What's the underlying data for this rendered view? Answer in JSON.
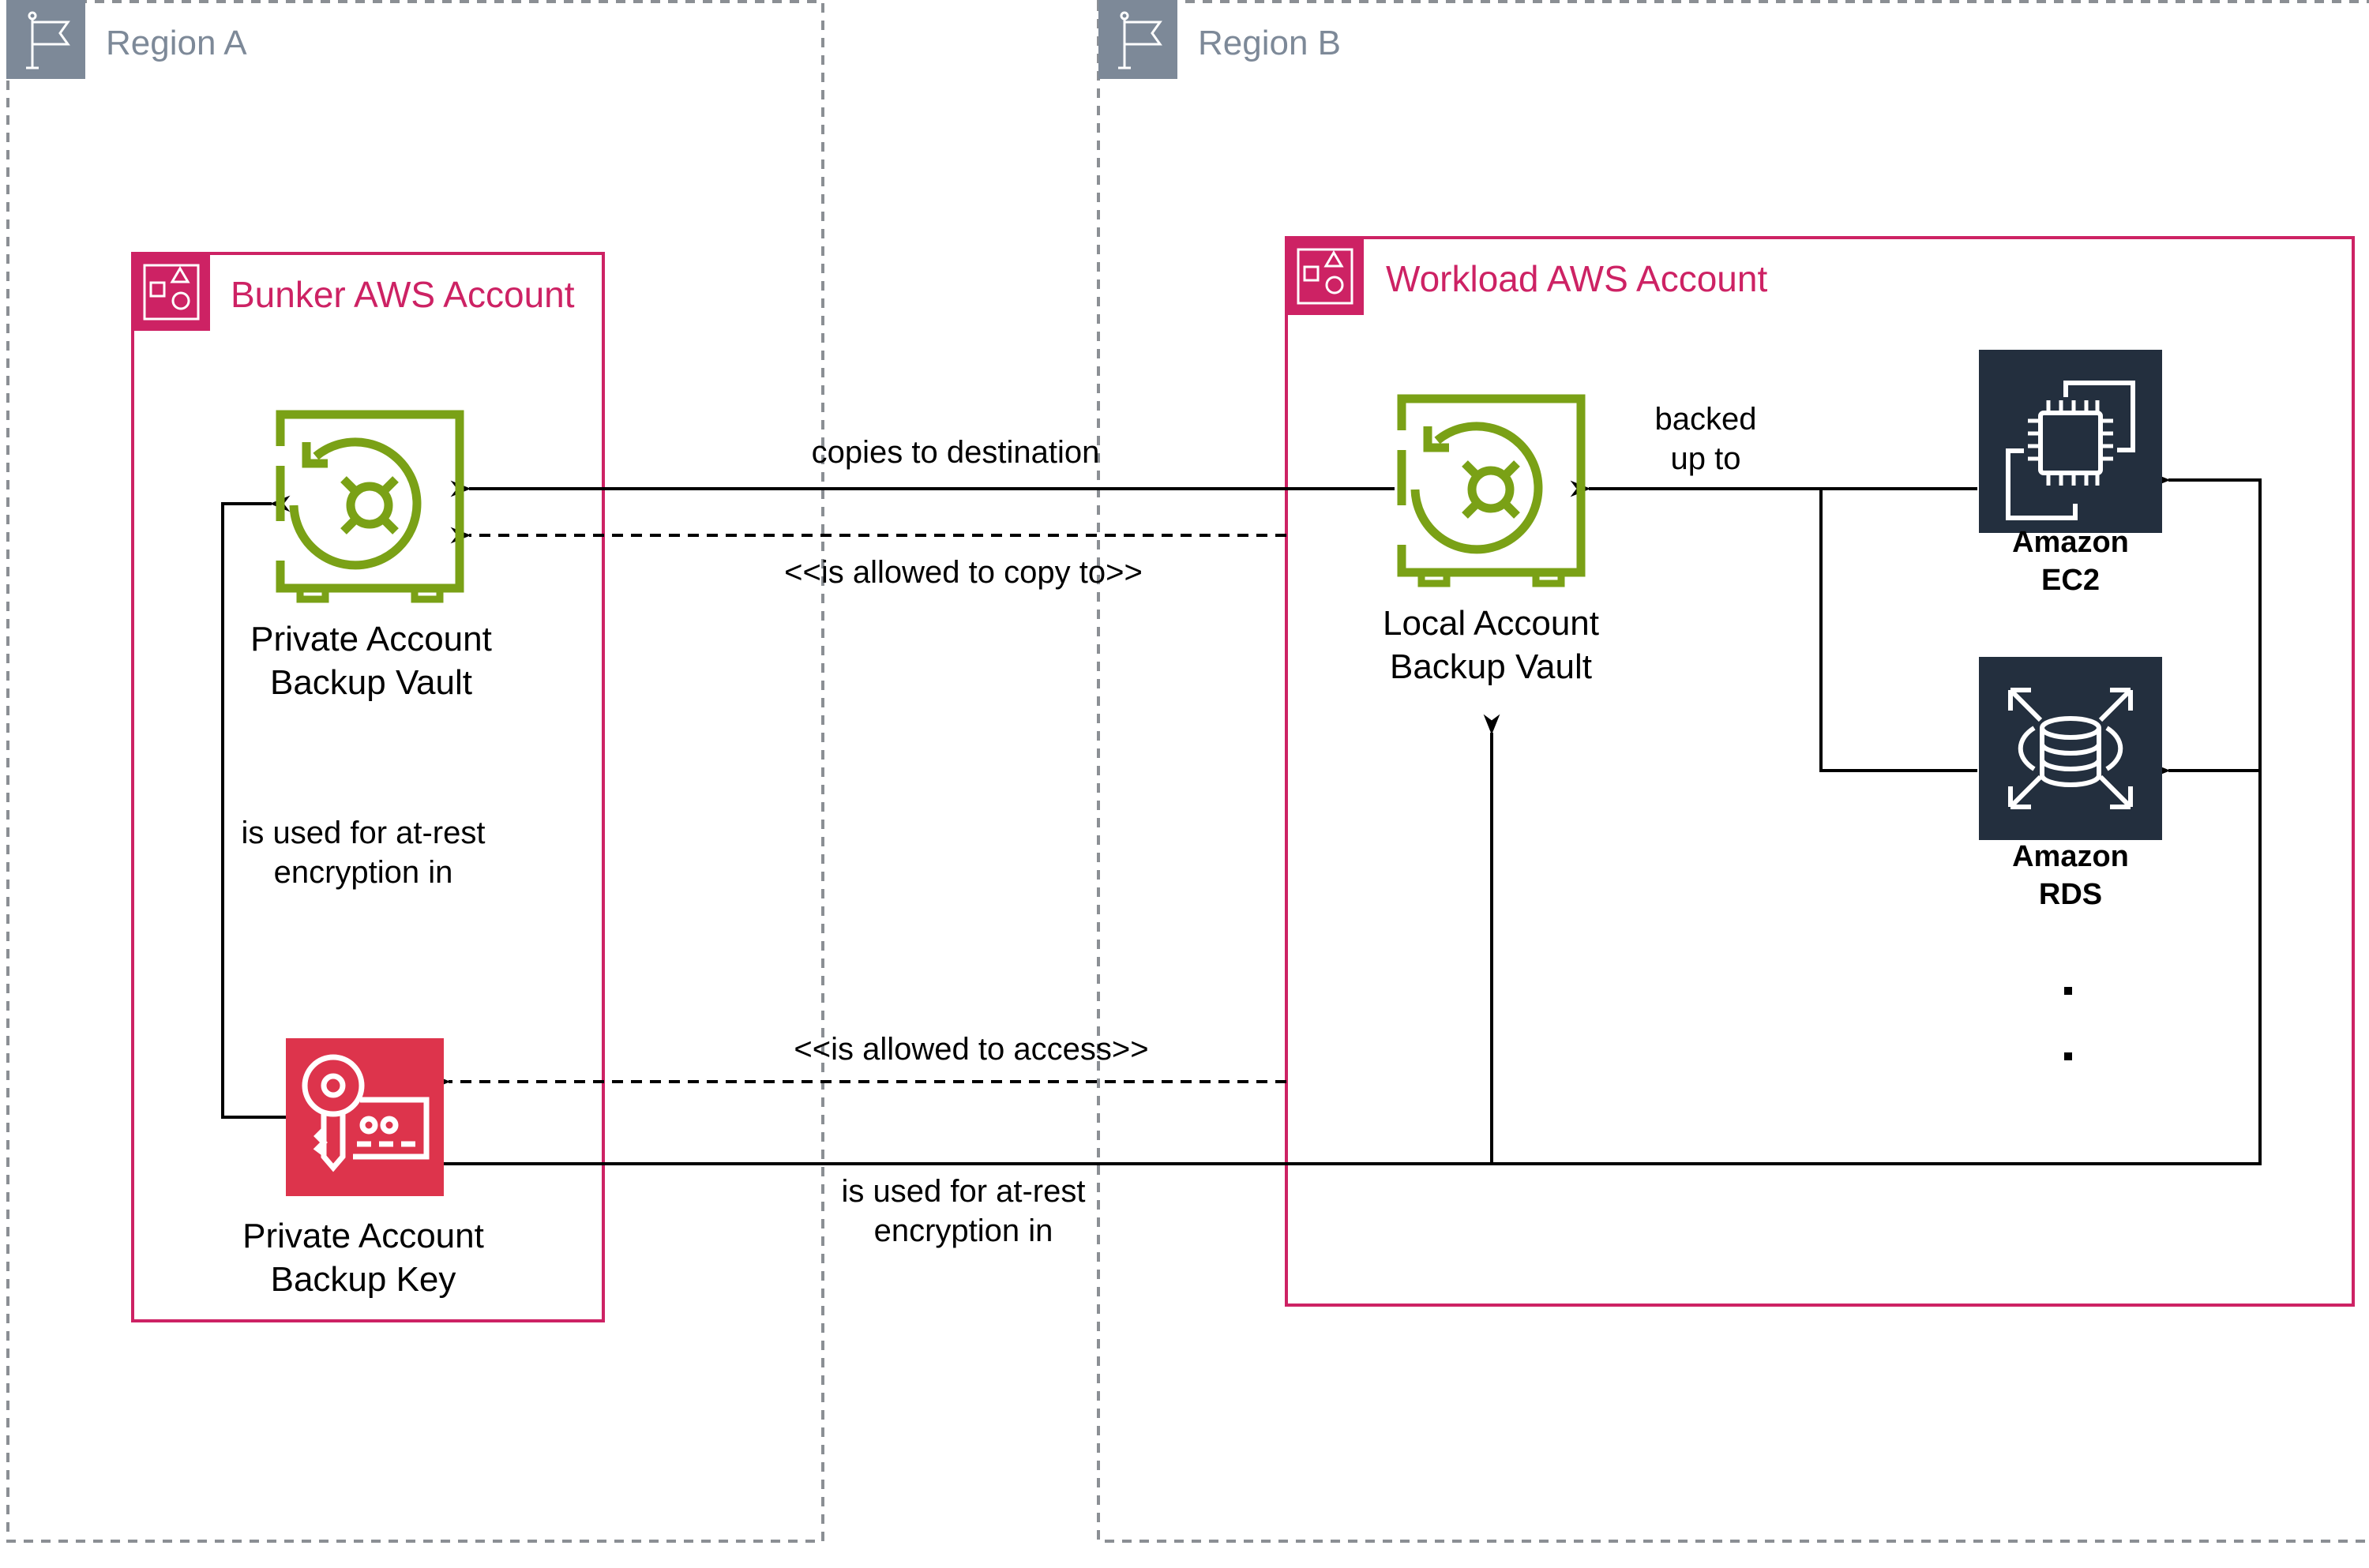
{
  "colors": {
    "region_border": "#8b8f94",
    "region_icon_bg": "#7d8998",
    "account_border": "#cd2264",
    "vault_green": "#7aa116",
    "kms_red": "#dd344c",
    "service_dark": "#232f3e",
    "edge": "#000000"
  },
  "regions": [
    {
      "id": "region-a",
      "label": "Region A",
      "icon": "flag-icon"
    },
    {
      "id": "region-b",
      "label": "Region B",
      "icon": "flag-icon"
    }
  ],
  "accounts": [
    {
      "id": "bunker",
      "label": "Bunker AWS Account",
      "icon": "account-shapes-icon"
    },
    {
      "id": "workload",
      "label": "Workload AWS Account",
      "icon": "account-shapes-icon"
    }
  ],
  "nodes": {
    "private_vault": {
      "label": "Private Account\nBackup Vault",
      "icon": "backup-vault-icon"
    },
    "private_key": {
      "label": "Private Account\nBackup Key",
      "icon": "kms-key-icon"
    },
    "local_vault": {
      "label": "Local Account\nBackup Vault",
      "icon": "backup-vault-icon"
    },
    "ec2": {
      "label": "Amazon\nEC2",
      "icon": "ec2-icon"
    },
    "rds": {
      "label": "Amazon\nRDS",
      "icon": "rds-icon"
    },
    "more": {
      "label": "·\n·"
    }
  },
  "edges": [
    {
      "id": "copies",
      "from": "local_vault",
      "to": "private_vault",
      "style": "solid",
      "label": "copies to destination"
    },
    {
      "id": "allowed-copy",
      "from": "local_vault",
      "to": "private_vault",
      "style": "dashed",
      "label": "<<is allowed to copy to>>"
    },
    {
      "id": "backed-up",
      "from": "ec2,rds",
      "to": "local_vault",
      "style": "solid",
      "label": "backed\nup to"
    },
    {
      "id": "bunker-encryption",
      "from": "private_key",
      "to": "private_vault",
      "style": "solid",
      "label": "is used for at-rest\nencryption in"
    },
    {
      "id": "allowed-access",
      "from": "workload",
      "to": "private_key",
      "style": "dashed",
      "label": "<<is allowed to access>>"
    },
    {
      "id": "workload-encryption",
      "from": "private_key",
      "to": "local_vault,ec2,rds",
      "style": "solid",
      "label": "is used for at-rest\nencryption in"
    }
  ]
}
